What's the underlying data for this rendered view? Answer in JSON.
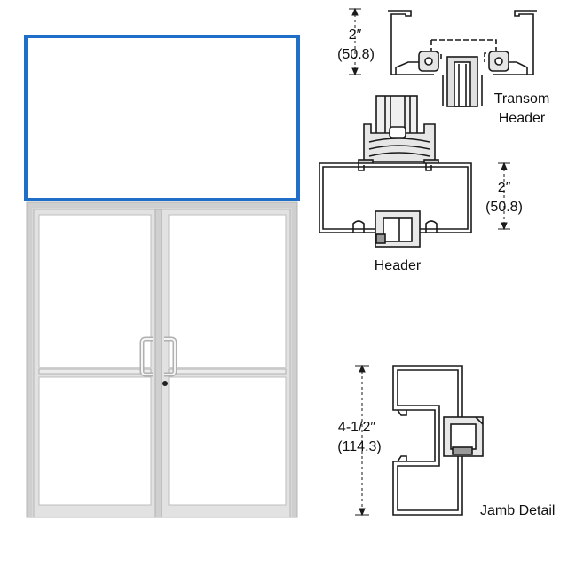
{
  "colors": {
    "transom_border": "#1f6fc8",
    "door_frame": "#c9c9c9",
    "door_stile": "#dcdcdc",
    "glass": "#ffffff",
    "line": "#1a1a1a",
    "section_fill": "#d9d9d9"
  },
  "callouts": {
    "transom_header": {
      "dim_fraction": "2″",
      "dim_metric": "(50.8)",
      "name_line1": "Transom",
      "name_line2": "Header"
    },
    "header": {
      "dim_fraction": "2″",
      "dim_metric": "(50.8)",
      "name": "Header"
    },
    "jamb": {
      "dim_fraction": "4-1/2″",
      "dim_metric": "(114.3)",
      "name": "Jamb Detail"
    }
  }
}
